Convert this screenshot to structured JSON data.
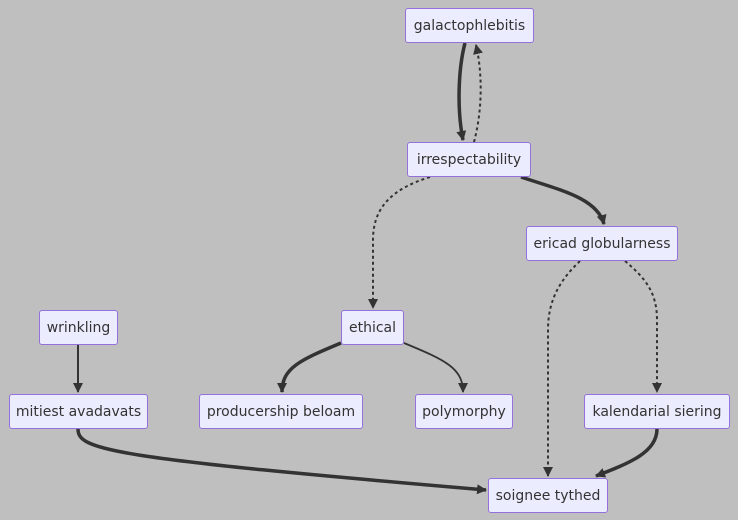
{
  "diagram": {
    "nodes": [
      {
        "id": "galactophlebitis",
        "label": "galactophlebitis"
      },
      {
        "id": "irrespectability",
        "label": "irrespectability"
      },
      {
        "id": "ericad",
        "label": "ericad globularness"
      },
      {
        "id": "ethical",
        "label": "ethical"
      },
      {
        "id": "wrinkling",
        "label": "wrinkling"
      },
      {
        "id": "mitiest",
        "label": "mitiest avadavats"
      },
      {
        "id": "producership",
        "label": "producership beloam"
      },
      {
        "id": "polymorphy",
        "label": "polymorphy"
      },
      {
        "id": "kalendarial",
        "label": "kalendarial siering"
      },
      {
        "id": "soignee",
        "label": "soignee tythed"
      }
    ],
    "edges": [
      {
        "from": "galactophlebitis",
        "to": "irrespectability",
        "style": "thick"
      },
      {
        "from": "irrespectability",
        "to": "galactophlebitis",
        "style": "dotted"
      },
      {
        "from": "irrespectability",
        "to": "ericad",
        "style": "thick"
      },
      {
        "from": "irrespectability",
        "to": "ethical",
        "style": "dotted"
      },
      {
        "from": "ericad",
        "to": "soignee",
        "style": "dotted"
      },
      {
        "from": "ericad",
        "to": "kalendarial",
        "style": "dotted"
      },
      {
        "from": "ethical",
        "to": "producership",
        "style": "thick"
      },
      {
        "from": "ethical",
        "to": "polymorphy",
        "style": "normal"
      },
      {
        "from": "wrinkling",
        "to": "mitiest",
        "style": "normal"
      },
      {
        "from": "mitiest",
        "to": "soignee",
        "style": "thick"
      },
      {
        "from": "kalendarial",
        "to": "soignee",
        "style": "thick"
      }
    ],
    "colors": {
      "background": "#bfbfbf",
      "node_fill": "#ececff",
      "node_border": "#9370db",
      "edge": "#333333",
      "text": "#333333"
    }
  }
}
